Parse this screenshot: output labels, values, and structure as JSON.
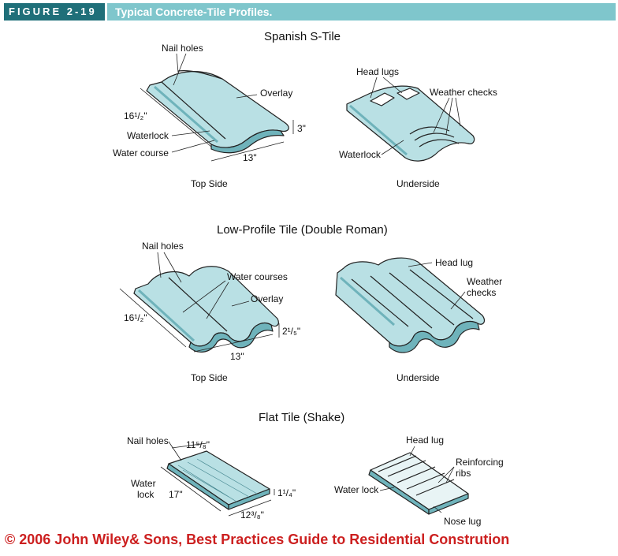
{
  "figure": {
    "number": "FIGURE 2-19",
    "title": "Typical Concrete-Tile Profiles."
  },
  "sections": [
    {
      "title": "Spanish S-Tile",
      "top_side": {
        "caption": "Top Side",
        "labels": {
          "nail_holes": "Nail holes",
          "overlay": "Overlay",
          "length": "16¹/₂\"",
          "height": "3\"",
          "waterlock": "Waterlock",
          "water_course": "Water course",
          "width": "13\""
        }
      },
      "underside": {
        "caption": "Underside",
        "labels": {
          "head_lugs": "Head lugs",
          "weather_checks": "Weather checks",
          "waterlock": "Waterlock"
        }
      }
    },
    {
      "title": "Low-Profile Tile (Double Roman)",
      "top_side": {
        "caption": "Top Side",
        "labels": {
          "nail_holes": "Nail holes",
          "water_courses": "Water courses",
          "overlay": "Overlay",
          "length": "16¹/₂\"",
          "height": "2¹/₅\"",
          "width": "13\""
        }
      },
      "underside": {
        "caption": "Underside",
        "labels": {
          "head_lug": "Head lug",
          "weather_checks_line1": "Weather",
          "weather_checks_line2": "checks"
        }
      }
    },
    {
      "title": "Flat Tile (Shake)",
      "top_side": {
        "labels": {
          "nail_holes": "Nail holes",
          "width_top": "11⁵/₈\"",
          "water_lock_line1": "Water",
          "water_lock_line2": "lock",
          "length": "17\"",
          "thickness": "1¹/₄\"",
          "width_bottom": "12³/₈\""
        }
      },
      "underside": {
        "labels": {
          "head_lug": "Head lug",
          "reinforcing_ribs_line1": "Reinforcing",
          "reinforcing_ribs_line2": "ribs",
          "water_lock": "Water lock",
          "nose_lug": "Nose lug"
        }
      }
    }
  ],
  "copyright": "© 2006 John Wiley& Sons, Best Practices Guide to Residential Constrution",
  "colors": {
    "tile_fill": "#b9e0e4",
    "tile_dark": "#6fb3bb",
    "header_dark": "#1f6f79",
    "header_light": "#7fc6cc",
    "copyright": "#cc1f1f"
  }
}
